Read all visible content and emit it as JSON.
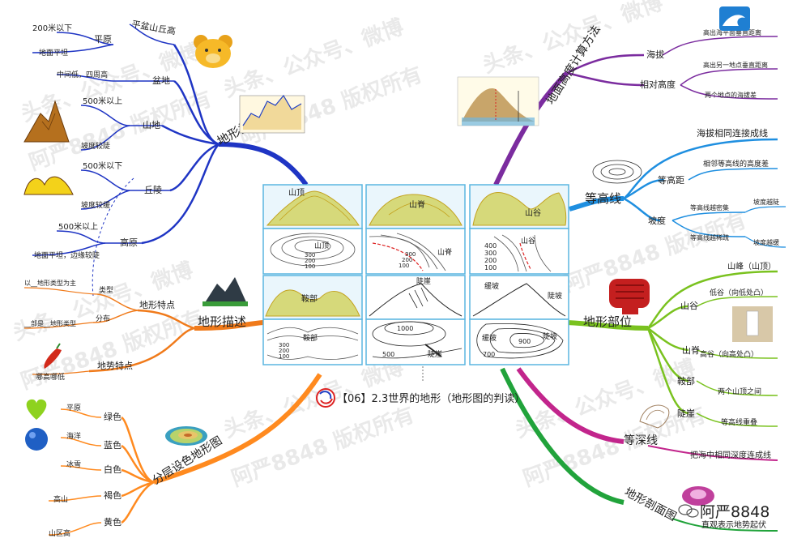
{
  "title": "【06】2.3世界的地形（地形图的判读）",
  "signature": "阿严8848",
  "watermark": [
    "头条、公众号、微博",
    "阿严8848 版权所有"
  ],
  "center_panels": {
    "summit_3d": "山顶",
    "summit_map": "山顶",
    "ridge_3d": "山脊",
    "ridge_map": "山脊",
    "valley_3d": "山谷",
    "valley_map": "山谷",
    "saddle_3d": "鞍部",
    "saddle_map": "鞍部",
    "cliff_3d": "陡崖",
    "cliff_map": "陡崖",
    "gentle_3d": "缓坡",
    "steep_3d": "陡坡",
    "gentle_map": "缓坡",
    "steep_map": "陡坡",
    "c100": "100",
    "c200": "200",
    "c300": "300",
    "c400": "400",
    "c500": "500",
    "c700": "700",
    "c900": "900",
    "c1000": "1000"
  },
  "branches": {
    "landform_types": {
      "label": "地形类型",
      "plain": {
        "label": "平原",
        "c1": "200米以下",
        "c2": "地面平坦"
      },
      "basin": {
        "label": "盆地",
        "c1": "中间低，四周高",
        "note": "平盆山丘高"
      },
      "mountain": {
        "label": "山地",
        "c1": "500米以上",
        "c2": "坡度较陡"
      },
      "hill": {
        "label": "丘陵",
        "c1": "500米以下",
        "c2": "坡度较缓"
      },
      "plateau": {
        "label": "高原",
        "c1": "500米以上",
        "c2": "地面平坦，边缘较陡"
      }
    },
    "landform_desc": {
      "label": "地形描述",
      "features": {
        "label": "地形特点",
        "c1": "类型",
        "c1_note": "以__地形类型为主",
        "c2": "分布",
        "c2_note": "__部是__地形类型"
      },
      "trend": {
        "label": "地势特点",
        "c1": "哪高哪低"
      }
    },
    "layered_map": {
      "label": "分层设色地形图",
      "green": {
        "label": "绿色",
        "c1": "平原"
      },
      "blue": {
        "label": "蓝色",
        "c1": "海洋"
      },
      "white": {
        "label": "白色",
        "c1": "冰雪"
      },
      "brown": {
        "label": "褐色",
        "c1": "高山"
      },
      "yellow": {
        "label": "黄色",
        "c1": "山区高"
      }
    },
    "height_calc": {
      "label": "地面高度计算方法",
      "altitude": {
        "label": "海拔",
        "c1": "高出海平面垂直距离"
      },
      "relative": {
        "label": "相对高度",
        "c1": "高出另一地点垂直距离",
        "c2": "两个地点的海拔差"
      }
    },
    "contour": {
      "label": "等高线",
      "c1": "海拔相同连接成线",
      "interval": {
        "label": "等高距",
        "c1": "相邻等高线的高度差"
      },
      "slope": {
        "label": "坡度",
        "c1": "等高线越密集",
        "c1_note": "坡度越陡",
        "c2": "等高线越稀疏",
        "c2_note": "坡度越缓"
      }
    },
    "landform_parts": {
      "label": "地形部位",
      "peak": {
        "label": "山峰（山顶）"
      },
      "valley": {
        "label": "山谷",
        "c1": "低谷（向低处凸）"
      },
      "ridge": {
        "label": "山脊",
        "c1": "高谷（向高处凸）"
      },
      "saddle": {
        "label": "鞍部",
        "c1": "两个山顶之间"
      },
      "cliff": {
        "label": "陡崖",
        "c1": "等高线重叠"
      }
    },
    "isobath": {
      "label": "等深线",
      "c1": "把海中相同深度连成线"
    },
    "profile": {
      "label": "地形剖面图",
      "c1": "直观表示地势起伏"
    }
  },
  "colors": {
    "blue": "#1f35c4",
    "orange": "#f07a1a",
    "orange2": "#ff8a1f",
    "purple": "#7b2c9f",
    "sky": "#1f8fe0",
    "lime": "#7ac21f",
    "magenta": "#c2258c",
    "green": "#21a33b",
    "frame": "#5bb6e0"
  },
  "icons": [
    "bear-face-icon",
    "mountain-peak-icon",
    "hill-icon",
    "hot-pepper-icon",
    "green-heart-icon",
    "blue-ball-icon",
    "wave-icon",
    "fist-icon",
    "contour-icon",
    "seashell-icon",
    "profile-chart-icon",
    "milk-glass-icon",
    "dark-mountain-icon",
    "isobath-swirl-icon",
    "logo-icon",
    "wechat-icon"
  ]
}
